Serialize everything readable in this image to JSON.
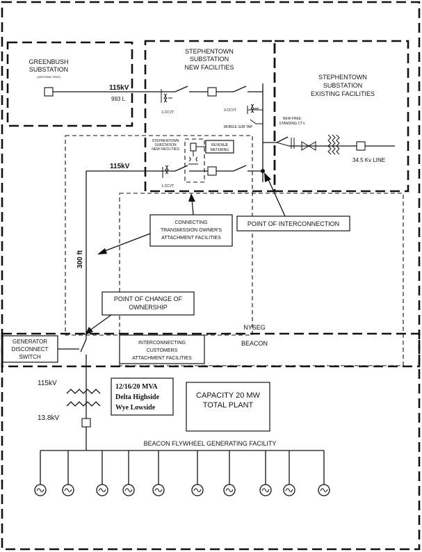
{
  "greenbush": {
    "line1": "GREENBUSH",
    "line2": "SUBSTATION",
    "sub": "(NATIONAL GRID)"
  },
  "stephentown_new": {
    "line1": "STEPHENTOWN",
    "line2": "SUBSTATION",
    "line3": "NEW FACILITIES"
  },
  "stephentown_existing": {
    "line1": "STEPHENTOWN",
    "line2": "SUBSTATION",
    "line3": "EXISTING FACILITIES"
  },
  "inner_new": {
    "line1": "STEPHENTOWN",
    "line2": "SUBSTATION",
    "line3": "NEW FACILITIES"
  },
  "revenue": {
    "line1": "REVENUE",
    "line2": "METERING"
  },
  "voltage_top": "115kV",
  "line_id": "993 L",
  "voltage_mid": "115kV",
  "ccvt_1": "1-CCVT",
  "ccvt_3": "3-CCVT",
  "ccvt_2": "1-CCVT",
  "mobile_sub": "MOBILE SUB TAP",
  "new_free_ct": {
    "line1": "NEW FREE",
    "line2": "STANDING CT's"
  },
  "kv_line": "34.5 Kv LINE",
  "connecting_box": {
    "line1": "CONNECTING",
    "line2": "TRANSMISSION OWNER'S",
    "line3": "ATTACHMENT FACILITIES"
  },
  "poi": "POINT OF INTERCONNECTION",
  "distance": "300 ft",
  "pco": {
    "line1": "POINT OF CHANGE OF",
    "line2": "OWNERSHIP"
  },
  "nyseg": "NYSEG",
  "beacon": "BEACON",
  "gen_switch": {
    "line1": "GENERATOR",
    "line2": "DISCONNECT",
    "line3": "SWITCH"
  },
  "customer_box": {
    "line1": "INTERCONNECTING",
    "line2": "CUSTOMERS",
    "line3": "ATTACHMENT FACILITIES"
  },
  "xfmr_hv": "115kV",
  "xfmr_lv": "13.8kV",
  "xfmr_info": {
    "line1": "12/16/20 MVA",
    "line2": "Delta Highside",
    "line3": "Wye Lowside"
  },
  "capacity": {
    "line1": "CAPACITY 20 MW",
    "line2": "TOTAL PLANT"
  },
  "facility": "BEACON FLYWHEEL GENERATING FACILITY"
}
